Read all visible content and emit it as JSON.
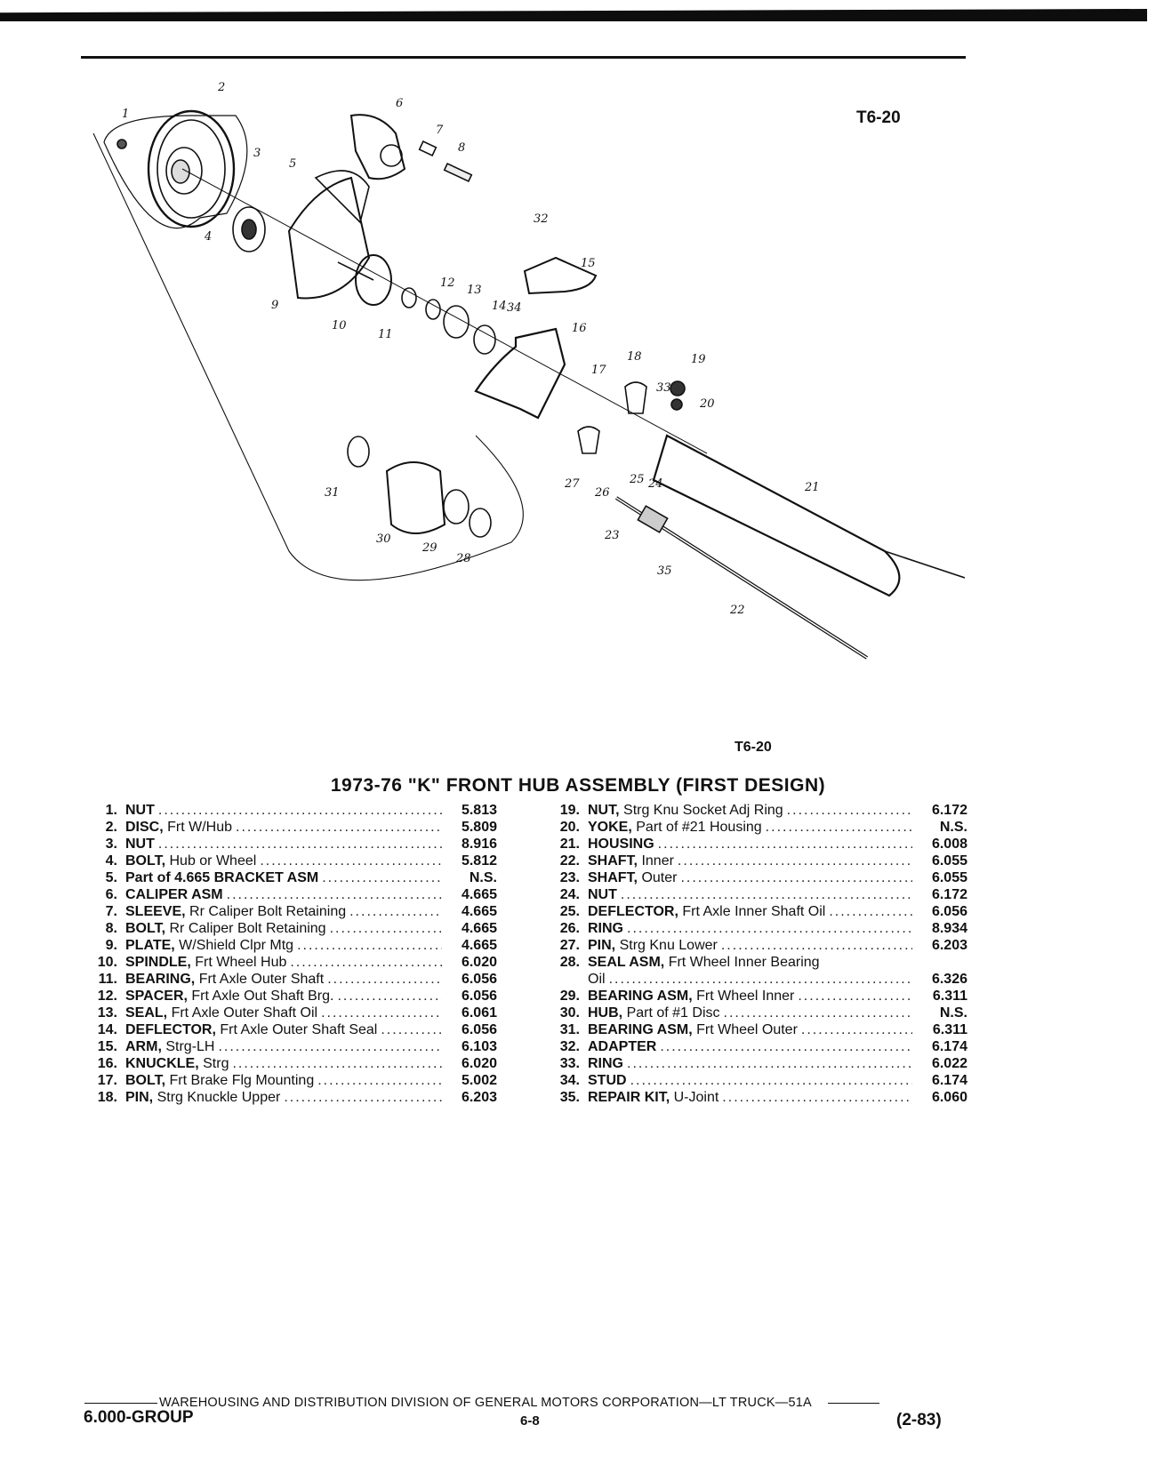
{
  "figure": {
    "id_top": "T6-20",
    "id_bottom": "T6-20"
  },
  "diagram": {
    "callouts": [
      "1",
      "2",
      "3",
      "4",
      "5",
      "6",
      "7",
      "8",
      "9",
      "10",
      "11",
      "12",
      "13",
      "14",
      "15",
      "16",
      "17",
      "18",
      "19",
      "20",
      "21",
      "22",
      "23",
      "24",
      "25",
      "26",
      "27",
      "28",
      "29",
      "30",
      "31",
      "32",
      "33",
      "34",
      "35"
    ]
  },
  "title": "1973-76 \"K\" FRONT HUB ASSEMBLY (FIRST DESIGN)",
  "parts_left": [
    {
      "num": "1.",
      "name": "NUT",
      "detail": "",
      "code": "5.813"
    },
    {
      "num": "2.",
      "name": "DISC,",
      "detail": "Frt W/Hub",
      "code": "5.809"
    },
    {
      "num": "3.",
      "name": "NUT",
      "detail": "",
      "code": "8.916"
    },
    {
      "num": "4.",
      "name": "BOLT,",
      "detail": "Hub or Wheel",
      "code": "5.812"
    },
    {
      "num": "5.",
      "name": "Part of 4.665 BRACKET ASM",
      "detail": "",
      "code": "N.S."
    },
    {
      "num": "6.",
      "name": "CALIPER ASM",
      "detail": "",
      "code": "4.665"
    },
    {
      "num": "7.",
      "name": "SLEEVE,",
      "detail": "Rr Caliper Bolt Retaining",
      "code": "4.665"
    },
    {
      "num": "8.",
      "name": "BOLT,",
      "detail": "Rr Caliper Bolt Retaining",
      "code": "4.665"
    },
    {
      "num": "9.",
      "name": "PLATE,",
      "detail": "W/Shield Clpr Mtg",
      "code": "4.665"
    },
    {
      "num": "10.",
      "name": "SPINDLE,",
      "detail": "Frt Wheel Hub",
      "code": "6.020"
    },
    {
      "num": "11.",
      "name": "BEARING,",
      "detail": "Frt Axle Outer Shaft",
      "code": "6.056"
    },
    {
      "num": "12.",
      "name": "SPACER,",
      "detail": "Frt Axle Out Shaft Brg.",
      "code": "6.056"
    },
    {
      "num": "13.",
      "name": "SEAL,",
      "detail": "Frt Axle Outer Shaft Oil",
      "code": "6.061"
    },
    {
      "num": "14.",
      "name": "DEFLECTOR,",
      "detail": "Frt Axle Outer Shaft Seal",
      "code": "6.056"
    },
    {
      "num": "15.",
      "name": "ARM,",
      "detail": "Strg-LH",
      "code": "6.103"
    },
    {
      "num": "16.",
      "name": "KNUCKLE,",
      "detail": "Strg",
      "code": "6.020"
    },
    {
      "num": "17.",
      "name": "BOLT,",
      "detail": "Frt Brake Flg Mounting",
      "code": "5.002"
    },
    {
      "num": "18.",
      "name": "PIN,",
      "detail": "Strg Knuckle Upper",
      "code": "6.203"
    }
  ],
  "parts_right": [
    {
      "num": "19.",
      "name": "NUT,",
      "detail": "Strg Knu Socket Adj Ring",
      "code": "6.172"
    },
    {
      "num": "20.",
      "name": "YOKE,",
      "detail": "Part of #21 Housing",
      "code": "N.S."
    },
    {
      "num": "21.",
      "name": "HOUSING",
      "detail": "",
      "code": "6.008"
    },
    {
      "num": "22.",
      "name": "SHAFT,",
      "detail": "Inner",
      "code": "6.055"
    },
    {
      "num": "23.",
      "name": "SHAFT,",
      "detail": "Outer",
      "code": "6.055"
    },
    {
      "num": "24.",
      "name": "NUT",
      "detail": "",
      "code": "6.172"
    },
    {
      "num": "25.",
      "name": "DEFLECTOR,",
      "detail": "Frt Axle Inner Shaft Oil",
      "code": "6.056"
    },
    {
      "num": "26.",
      "name": "RING",
      "detail": "",
      "code": "8.934"
    },
    {
      "num": "27.",
      "name": "PIN,",
      "detail": "Strg Knu Lower",
      "code": "6.203"
    },
    {
      "num": "28.",
      "name": "SEAL ASM,",
      "detail": "Frt Wheel Inner Bearing",
      "code": "",
      "continuation": "Oil",
      "cont_code": "6.326"
    },
    {
      "num": "29.",
      "name": "BEARING ASM,",
      "detail": "Frt Wheel Inner",
      "code": "6.311"
    },
    {
      "num": "30.",
      "name": "HUB,",
      "detail": "Part of #1 Disc",
      "code": "N.S."
    },
    {
      "num": "31.",
      "name": "BEARING ASM,",
      "detail": "Frt Wheel Outer",
      "code": "6.311"
    },
    {
      "num": "32.",
      "name": "ADAPTER",
      "detail": "",
      "code": "6.174"
    },
    {
      "num": "33.",
      "name": "RING",
      "detail": "",
      "code": "6.022"
    },
    {
      "num": "34.",
      "name": "STUD",
      "detail": "",
      "code": "6.174"
    },
    {
      "num": "35.",
      "name": "REPAIR KIT,",
      "detail": "U-Joint",
      "code": "6.060"
    }
  ],
  "footer": {
    "division": "WAREHOUSING AND DISTRIBUTION  DIVISION OF GENERAL MOTORS CORPORATION—LT TRUCK—51A",
    "group": "6.000-GROUP",
    "page": "6-8",
    "date": "(2-83)"
  }
}
